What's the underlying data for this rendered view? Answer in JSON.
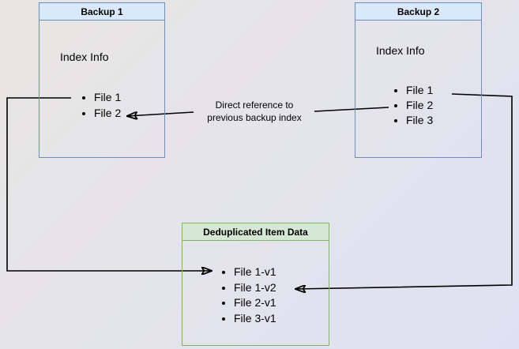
{
  "backup1": {
    "title": "Backup 1",
    "section": "Index Info",
    "items": [
      "File 1",
      "File 2"
    ]
  },
  "backup2": {
    "title": "Backup 2",
    "section": "Index Info",
    "items": [
      "File 1",
      "File 2",
      "File 3"
    ]
  },
  "dedup": {
    "title": "Deduplicated Item Data",
    "items": [
      "File 1-v1",
      "File 1-v2",
      "File 2-v1",
      "File 3-v1"
    ]
  },
  "annotation": {
    "line1": "Direct reference to",
    "line2": "previous backup index"
  },
  "colors": {
    "blue_fill": "#dae8fc",
    "blue_border": "#6c8ebf",
    "green_fill": "#d5e8d4",
    "green_border": "#82b366",
    "line": "#000000",
    "bg_start": "#e8e6e3",
    "bg_end": "#dfe1f3"
  }
}
